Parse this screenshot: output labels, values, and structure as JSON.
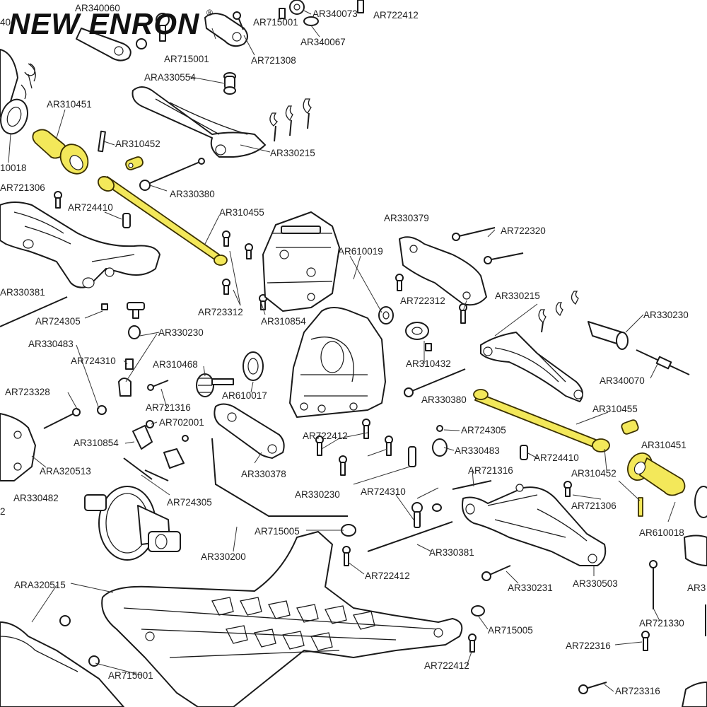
{
  "brand": {
    "name": "NEW ENRON",
    "mark": "®"
  },
  "accent_color": "#f3e85a",
  "labels": {
    "l1": "AR340060",
    "l2": "AR715001",
    "l3": "AR340073",
    "l4": "AR722412",
    "l5": "AR715001",
    "l6": "AR721308",
    "l7": "AR340067",
    "l8": "ARA330554",
    "l9": "AR310451",
    "l10": "AR310452",
    "l11": "AR330215",
    "l12": "10018",
    "l13": "AR721306",
    "l14": "AR724410",
    "l15": "AR330380",
    "l16": "AR310455",
    "l17": "AR330379",
    "l18": "AR722320",
    "l19": "AR610019",
    "l20": "AR723312",
    "l21": "AR310854",
    "l22": "AR722312",
    "l23": "AR330215",
    "l24": "AR330230",
    "l25": "AR330381",
    "l26": "AR724305",
    "l27": "AR330230",
    "l28": "AR330483",
    "l29": "AR724310",
    "l30": "AR310468",
    "l31": "AR610017",
    "l32": "AR310432",
    "l33": "AR340070",
    "l34": "AR723328",
    "l35": "AR721316",
    "l36": "AR330380",
    "l37": "AR310455",
    "l38": "AR702001",
    "l39": "AR724305",
    "l40": "AR310451",
    "l41": "AR310854",
    "l42": "AR722412",
    "l43": "AR330483",
    "l44": "ARA320513",
    "l45": "AR330378",
    "l46": "AR724410",
    "l47": "AR721316",
    "l48": "AR310452",
    "l49": "AR330482",
    "l50": "AR724305",
    "l51": "AR330230",
    "l52": "AR724310",
    "l53": "AR721306",
    "l54": "AR610018",
    "l55": "AR715005",
    "l56": "AR330381",
    "l57": "AR330200",
    "l58": "ARA320515",
    "l59": "AR722412",
    "l60": "AR330231",
    "l61": "AR330503",
    "l62": "AR721330",
    "l63": "AR715005",
    "l64": "AR722316",
    "l65": "AR715001",
    "l66": "AR722412",
    "l67": "AR723316",
    "l68": "2",
    "l69": "40",
    "l70": "AR3"
  }
}
